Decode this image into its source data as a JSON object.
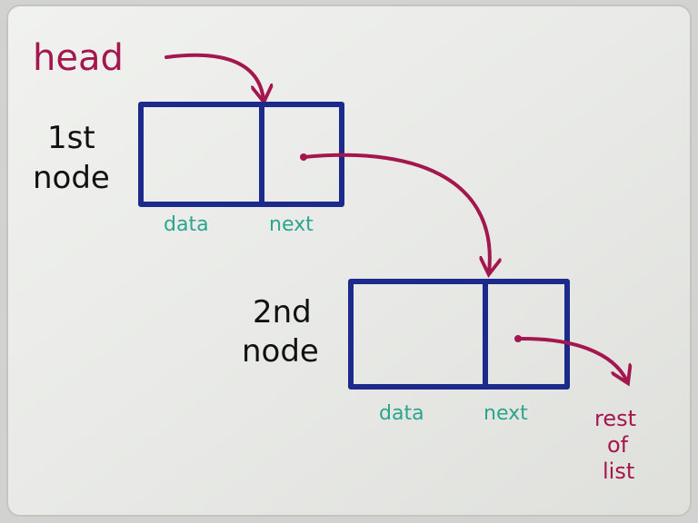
{
  "labels": {
    "head": "head",
    "node1_line1": "1st",
    "node1_line2": "node",
    "node2_line1": "2nd",
    "node2_line2": "node",
    "node1_data": "data",
    "node1_next": "next",
    "node2_data": "data",
    "node2_next": "next",
    "rest_line1": "rest",
    "rest_line2": "of",
    "rest_line3": "list"
  },
  "colors": {
    "box": "#1c2a8c",
    "arrow": "#a4164e",
    "text": "#111111",
    "field_label": "#2aa58e",
    "board": "#ecedea"
  }
}
